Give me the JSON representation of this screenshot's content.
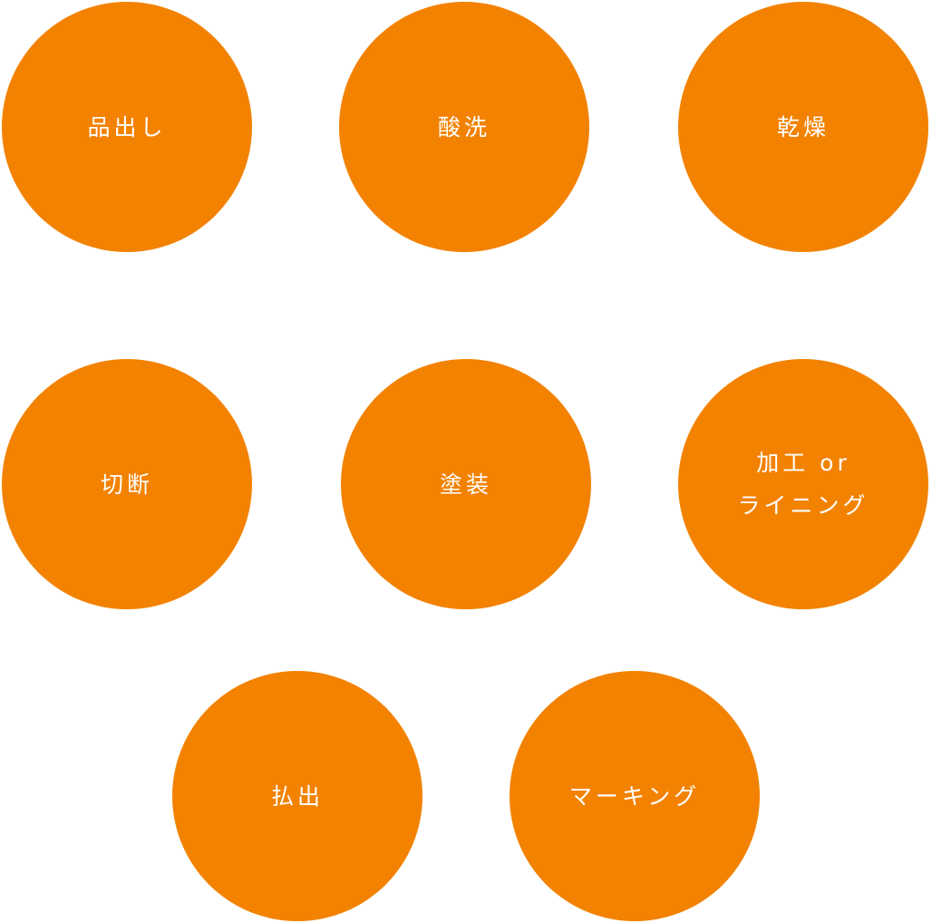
{
  "colors": {
    "circle_fill": "#f38200",
    "text": "#ffffff",
    "background": "#ffffff"
  },
  "steps": [
    {
      "lines": [
        "品出し"
      ]
    },
    {
      "lines": [
        "酸洗"
      ]
    },
    {
      "lines": [
        "乾燥"
      ]
    },
    {
      "lines": [
        "切断"
      ]
    },
    {
      "lines": [
        "塗装"
      ]
    },
    {
      "lines": [
        "加工 or",
        "ライニング"
      ]
    },
    {
      "lines": [
        "払出"
      ]
    },
    {
      "lines": [
        "マーキング"
      ]
    }
  ]
}
